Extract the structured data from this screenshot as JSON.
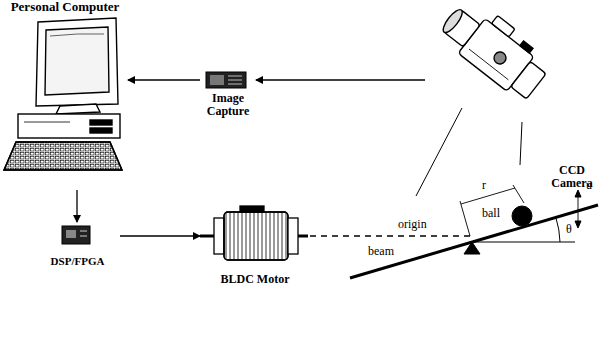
{
  "diagram": {
    "nodes": [
      {
        "text": [
          "Personal Computer"
        ]
      },
      {
        "text": [
          "Image Capture"
        ]
      },
      {
        "text": [
          "CCD Camera"
        ]
      },
      {
        "text": [
          "DSP/FPGA"
        ]
      },
      {
        "text": [
          "BLDC Motor"
        ]
      }
    ],
    "edges": [
      {
        "from": 2,
        "to": 1,
        "arrow": "to"
      },
      {
        "from": 1,
        "to": 0,
        "arrow": "to"
      },
      {
        "from": 0,
        "to": 3,
        "arrow": "to"
      },
      {
        "from": 3,
        "to": 4,
        "arrow": "to"
      }
    ],
    "labels": [
      "origin",
      "beam",
      "ball",
      "r",
      "u",
      "θ"
    ]
  }
}
